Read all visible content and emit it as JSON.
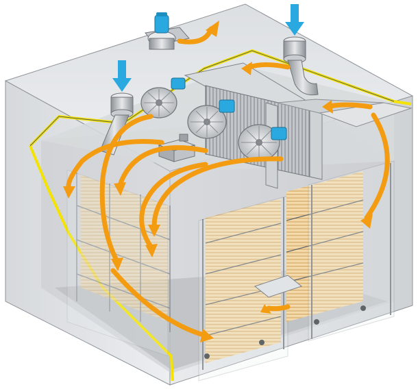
{
  "diagram": {
    "subject": "drying-chamber-cutaway",
    "components": [
      "exhaust-fan",
      "fresh-air-inlet-left",
      "fresh-air-inlet-right",
      "circulation-fan-1",
      "circulation-fan-2",
      "circulation-fan-3",
      "heat-exchanger",
      "heater-unit",
      "trolley-rack-left",
      "trolley-rack-front",
      "trolley-rack-right"
    ],
    "icons": [
      "down-arrow-icon",
      "flow-arrow-icon",
      "fan-icon",
      "motor-icon"
    ],
    "colors": {
      "airflow": "#f39c12",
      "inlet": "#29a9e0",
      "insulation": "#f4e300",
      "wall": "#e4e6e8",
      "wall-dark": "#c9cccf",
      "floor": "#b9bcbf",
      "product": "#f2d6a0",
      "metal": "#a9adb2"
    }
  }
}
